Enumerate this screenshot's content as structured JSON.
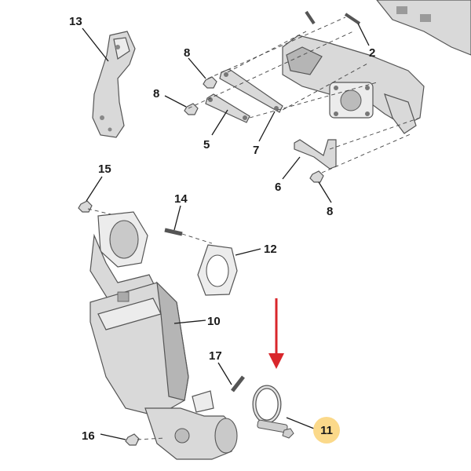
{
  "callouts": {
    "c13": "13",
    "c8a": "8",
    "c8b": "8",
    "c8c": "8",
    "c2": "2",
    "c5": "5",
    "c7": "7",
    "c6": "6",
    "c15": "15",
    "c14": "14",
    "c12": "12",
    "c10": "10",
    "c17": "17",
    "c16": "16",
    "c11": "11"
  },
  "colors": {
    "highlight": "#fbd98a",
    "arrow": "#d9262b",
    "metal": "#d9d9d9",
    "outline": "#555555"
  }
}
